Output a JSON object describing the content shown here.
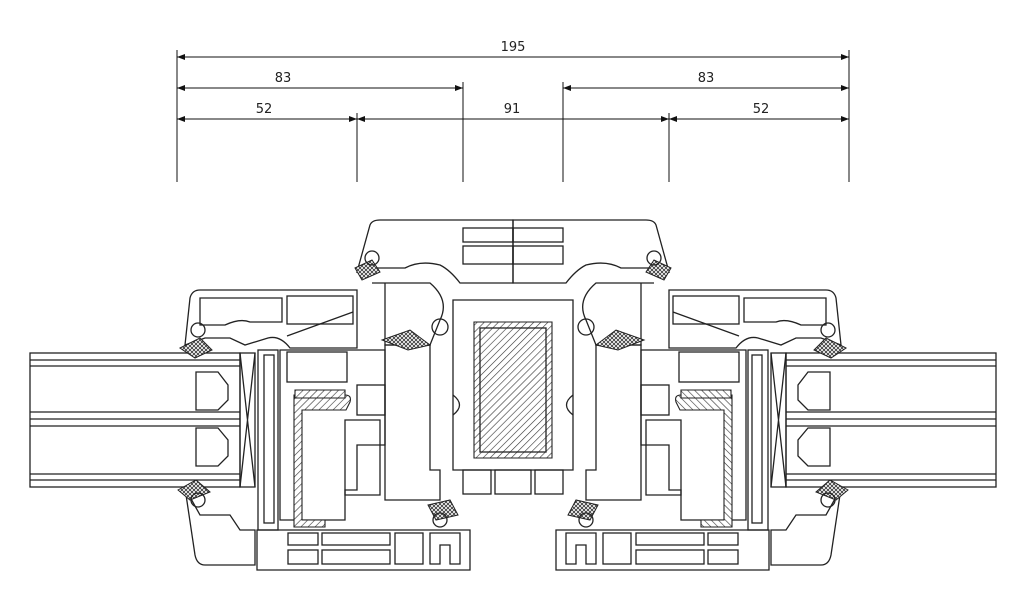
{
  "drawing": {
    "dimensions": {
      "overall": "195",
      "left_outer": "83",
      "right_outer": "83",
      "left_inner": "52",
      "middle": "91",
      "right_inner": "52"
    }
  }
}
